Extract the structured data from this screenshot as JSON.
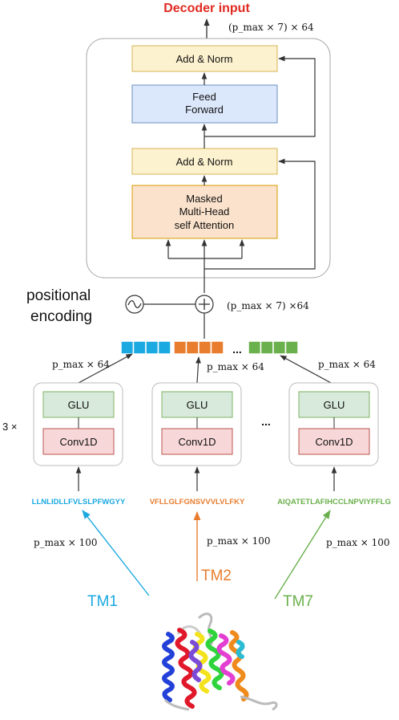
{
  "title": "Decoder input",
  "colors": {
    "title": "#e02b20",
    "norm_fill": "#fdf2cf",
    "norm_stroke": "#d6b656",
    "ff_fill": "#dbe8fb",
    "ff_stroke": "#6c8ebf",
    "attn_fill": "#fbe2cc",
    "attn_stroke": "#d79b00",
    "glu_fill": "#d7eadb",
    "glu_stroke": "#82b366",
    "conv_fill": "#f7d7d7",
    "conv_stroke": "#b85450",
    "tm1": "#1ba9e1",
    "tm2": "#e87d2f",
    "tm7": "#6ab04c"
  },
  "decoder": {
    "out_dim_label": "(p_max × 7) × 64",
    "add_norm_top": "Add & Norm",
    "feed_forward": [
      "Feed",
      "Forward"
    ],
    "add_norm_bottom": "Add & Norm",
    "attention": [
      "Masked",
      "Multi-Head",
      "self Attention"
    ]
  },
  "positional": {
    "label_line1": "positional",
    "label_line2": "encoding",
    "sine_symbol": "~",
    "plus_symbol": "+",
    "dim_label": "(p_max × 7) ×64"
  },
  "embedding_bar": {
    "ellipsis": "...",
    "groups": [
      {
        "color": "#1ba9e1",
        "cells": 4
      },
      {
        "color": "#e87d2f",
        "cells": 4
      },
      {
        "color": "#6ab04c",
        "cells": 4
      }
    ]
  },
  "encoders": {
    "repeat_label": "3 ×",
    "ellipsis": "...",
    "dim_label": "p_max × 64",
    "glu": "GLU",
    "conv": "Conv1D"
  },
  "sequences": [
    {
      "tm": "TM1",
      "text": "LLNLIDLLFVLSLPFWGYY",
      "dim": "p_max × 100",
      "color": "#1ba9e1"
    },
    {
      "tm": "TM2",
      "text": "VFLLGLFGNSVVVLVLFKY",
      "dim": "p_max × 100",
      "color": "#e87d2f"
    },
    {
      "tm": "TM7",
      "text": "AIQATETLAFIHCCLNPVIYFFLG",
      "dim": "p_max × 100",
      "color": "#6ab04c"
    }
  ],
  "protein_image": "helical-transmembrane-protein-icon"
}
